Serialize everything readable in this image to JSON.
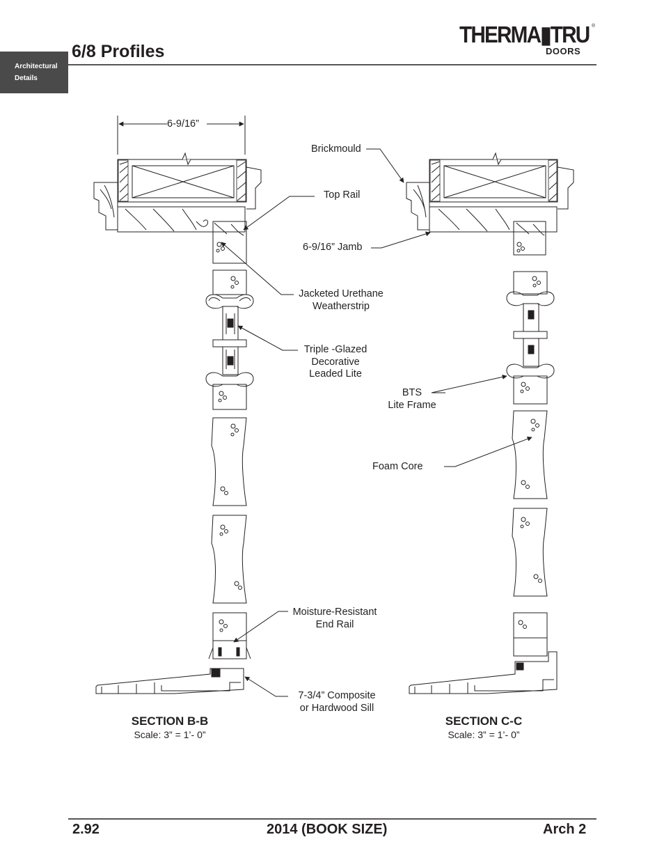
{
  "tab": {
    "line1": "Architectural",
    "line2": "Details"
  },
  "header": {
    "title": "6/8 Profiles"
  },
  "logo": {
    "main": "THERMA▮TRU",
    "sub": "DOORS",
    "reg": "®"
  },
  "dimension": "6-9/16”",
  "callouts": {
    "brickmould": "Brickmould",
    "top_rail": "Top Rail",
    "jamb": "6-9/16” Jamb",
    "weatherstrip": [
      "Jacketed Urethane",
      "Weatherstrip"
    ],
    "lite": [
      "Triple -Glazed",
      "Decorative",
      "Leaded Lite"
    ],
    "bts": [
      "BTS",
      "Lite Frame"
    ],
    "foam": "Foam Core",
    "end_rail": [
      "Moisture-Resistant",
      "End Rail"
    ],
    "sill": [
      "7-3/4” Composite",
      "or Hardwood Sill"
    ]
  },
  "sections": [
    {
      "title": "SECTION B-B",
      "scale": "Scale: 3” = 1’- 0”"
    },
    {
      "title": "SECTION C-C",
      "scale": "Scale: 3” = 1’- 0”"
    }
  ],
  "footer": {
    "page": "2.92",
    "book": "2014 (BOOK SIZE)",
    "section": "Arch 2"
  }
}
